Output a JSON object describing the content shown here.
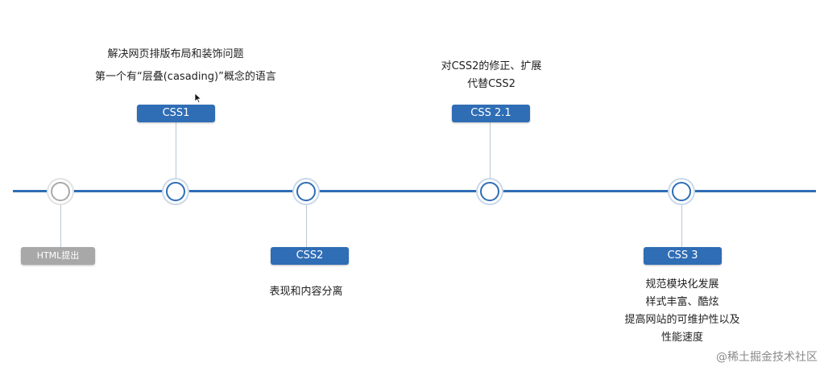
{
  "timeline": {
    "events": [
      {
        "label": "HTML提出",
        "notes": []
      },
      {
        "label": "CSS1",
        "notes": [
          "解决网页排版布局和装饰问题",
          "第一个有“层叠(casading)”概念的语言"
        ]
      },
      {
        "label": "CSS2",
        "notes": [
          "表现和内容分离"
        ]
      },
      {
        "label": "CSS 2.1",
        "notes": [
          "对CSS2的修正、扩展",
          "代替CSS2"
        ]
      },
      {
        "label": "CSS 3",
        "notes": [
          "规范模块化发展",
          "样式丰富、酷炫",
          "提高网站的可维护性以及",
          "性能速度"
        ]
      }
    ]
  },
  "watermark": "@稀土掘金技术社区",
  "colors": {
    "axis": "#2f6db5",
    "tag": "#2f6db5",
    "tag_inactive": "#a8a8a8"
  }
}
